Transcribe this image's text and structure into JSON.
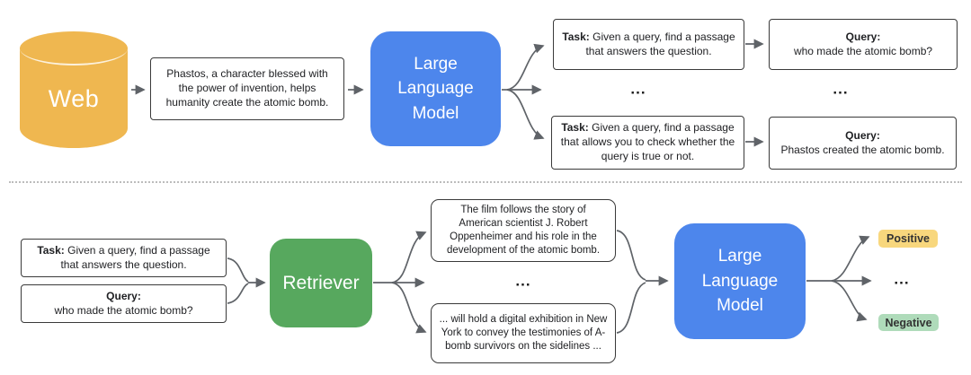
{
  "colors": {
    "yellow": "#EFB750",
    "blue": "#4D86EC",
    "green": "#57A85E",
    "positive": "#F8D77D",
    "negative": "#AFDBBA",
    "arrow": "#5f6368",
    "border": "#3a3a3a",
    "text": "#202124"
  },
  "top_row": {
    "web_label": "Web",
    "passage": "Phastos, a character blessed with the power of invention, helps humanity create the atomic bomb.",
    "llm_label": "Large\nLanguage\nModel",
    "task1": {
      "bold": "Task:",
      "text": " Given a query, find a passage that answers the question."
    },
    "query1": {
      "bold": "Query:",
      "text": "who made the atomic bomb?"
    },
    "task2": {
      "bold": "Task:",
      "text": " Given a query, find a passage that allows you to check whether the query is true or not."
    },
    "query2": {
      "bold": "Query:",
      "text": "Phastos created the atomic bomb."
    },
    "ellipsis_tasks": "...",
    "ellipsis_queries": "..."
  },
  "bottom_row": {
    "task": {
      "bold": "Task:",
      "text": " Given a query, find a passage that answers the question."
    },
    "query": {
      "bold": "Query:",
      "text": "who made the atomic bomb?"
    },
    "retriever_label": "Retriever",
    "passage_film": "The film follows the story of American scientist J. Robert Oppenheimer and his role in the development of the atomic bomb.",
    "passage_exhibition": "... will hold a digital exhibition in New York to convey the testimonies of A-bomb survivors on the sidelines ...",
    "llm_label": "Large\nLanguage\nModel",
    "ellipsis_passages": "...",
    "ellipsis_outputs": "...",
    "positive_label": "Positive",
    "negative_label": "Negative"
  }
}
